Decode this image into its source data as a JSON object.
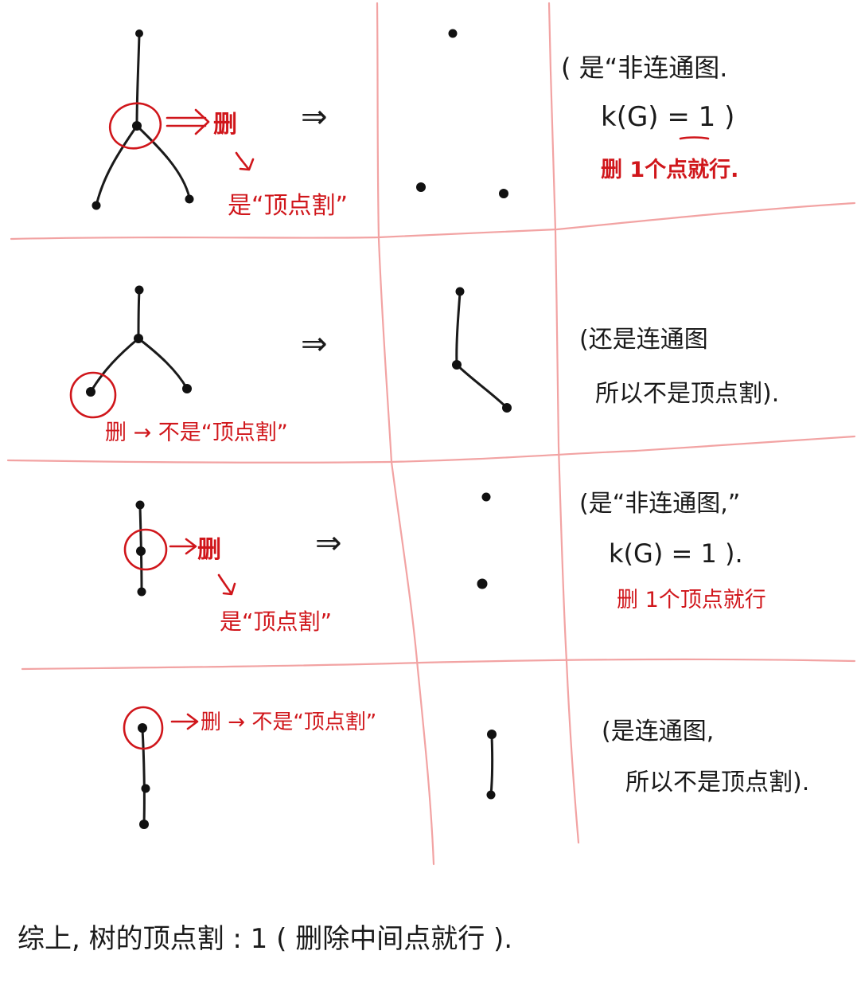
{
  "colors": {
    "ink": "#1a1a1a",
    "annotation": "#d0161b",
    "grid": "#f2a3a3",
    "paper": "#ffffff"
  },
  "rows": [
    {
      "delete_label": "删",
      "result_label": "是“顶点割”",
      "implies": "⇒",
      "note_line1": "( 是“非连通图.",
      "note_line2": "k(G) = 1 )",
      "note_line3": "删 1个点就行."
    },
    {
      "delete_label": "删 → 不是“顶点割”",
      "implies": "⇒",
      "note_line1": "(还是连通图",
      "note_line2": "所以不是顶点割)."
    },
    {
      "delete_label": "删",
      "result_label": "是“顶点割”",
      "implies": "⇒",
      "note_line1": "(是“非连通图,”",
      "note_line2": "k(G) = 1 ).",
      "note_line3": "删 1个顶点就行"
    },
    {
      "delete_label": "删 → 不是“顶点割”",
      "note_line1": "(是连通图,",
      "note_line2": "所以不是顶点割)."
    }
  ],
  "conclusion": "综上, 树的顶点割 : 1  ( 删除中间点就行 )."
}
